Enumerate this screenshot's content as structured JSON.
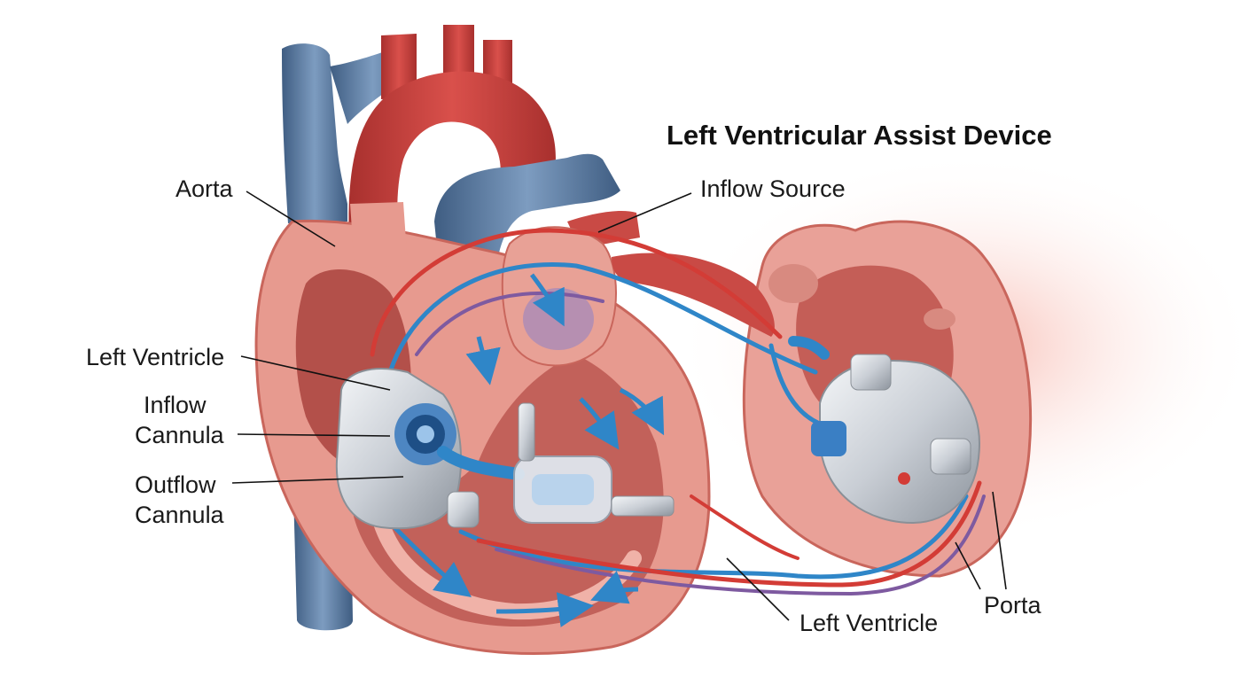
{
  "title": "Left Ventricular Assist Device",
  "labels": {
    "aorta": "Aorta",
    "inflow_source": "Inflow Source",
    "left_ventricle_left": "Left Ventricle",
    "inflow_cannula_line1": "Inflow",
    "inflow_cannula_line2": "Cannula",
    "outflow_cannula_line1": "Outflow",
    "outflow_cannula_line2": "Cannula",
    "left_ventricle_bottom": "Left Ventricle",
    "porta": "Porta"
  },
  "colors": {
    "artery_red": "#c8413e",
    "vein_blue": "#4f6f95",
    "tissue_pink": "#e79a8f",
    "chamber_dark": "#b3504a",
    "blood_flow_blue": "#2f86c8",
    "device_silver": "#d4d8dd"
  }
}
